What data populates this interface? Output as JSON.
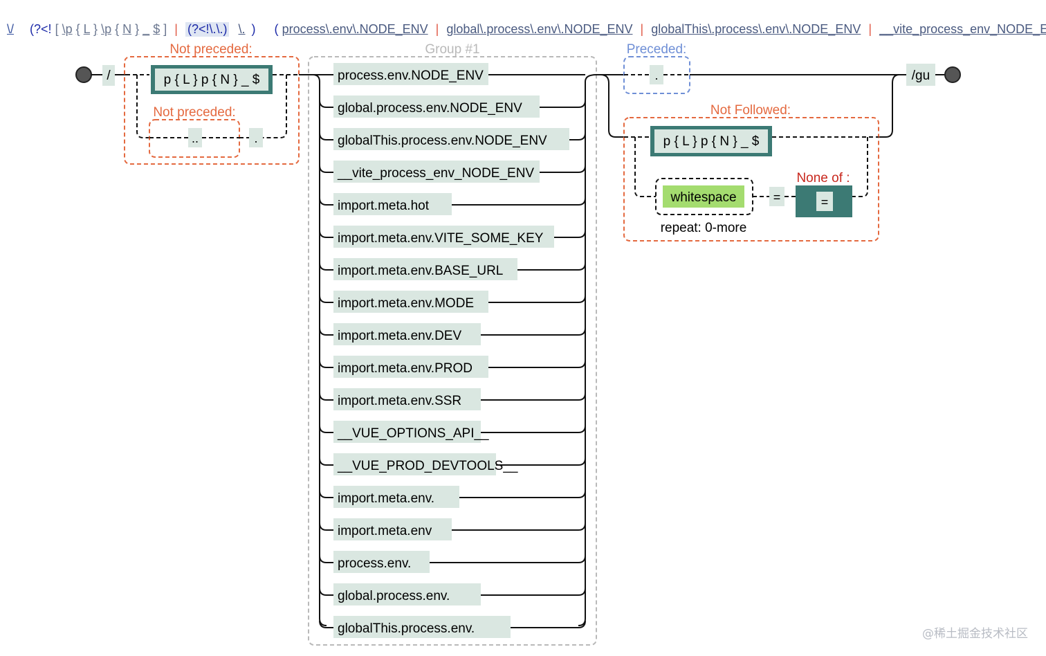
{
  "source": {
    "slash": "\\/",
    "lookbehind1_open": "(?<!",
    "set_open": "[",
    "set_items": [
      "\\p",
      "{",
      "L",
      "}",
      "\\p",
      "{",
      "N",
      "}",
      "_",
      "$"
    ],
    "set_close": "]",
    "pipe1": "|",
    "lookbehind2": "(?<!\\.\\.)",
    "escaped_dot": "\\.",
    "close_paren": ")",
    "group_open": "(",
    "alternatives": [
      "process\\.env\\.NODE_ENV",
      "global\\.process\\.env\\.NODE_ENV",
      "globalThis\\.process\\.env\\.NODE_ENV",
      "__vite_process_env_NODE_ENV"
    ],
    "alt_separator": "|"
  },
  "diagram": {
    "start_literal": "/",
    "end_literal": "/gu",
    "not_preceded_label": "Not preceded:",
    "char_class": "p { L } p { N } _ $",
    "inner_not_preceded_label": "Not preceded:",
    "double_dot": "..",
    "single_dot": ".",
    "group_label": "Group #1",
    "group_items": [
      "process.env.NODE_ENV",
      "global.process.env.NODE_ENV",
      "globalThis.process.env.NODE_ENV",
      "__vite_process_env_NODE_ENV",
      "import.meta.hot",
      "import.meta.env.VITE_SOME_KEY",
      "import.meta.env.BASE_URL",
      "import.meta.env.MODE",
      "import.meta.env.DEV",
      "import.meta.env.PROD",
      "import.meta.env.SSR",
      "__VUE_OPTIONS_API__",
      "__VUE_PROD_DEVTOOLS__",
      "import.meta.env.",
      "import.meta.env",
      "process.env.",
      "global.process.env.",
      "globalThis.process.env."
    ],
    "preceded_label": "Preceded:",
    "preceded_dot": ".",
    "not_followed_label": "Not Followed:",
    "char_class_2": "p { L } p { N } _ $",
    "whitespace": "whitespace",
    "repeat_label": "repeat: 0-more",
    "equals_literal": "=",
    "none_of_label": "None of :",
    "none_of_item": "="
  },
  "watermark": "@稀土掘金技术社区",
  "colors": {
    "orange": "#e4693f",
    "blue": "#6f8fd6",
    "gray_dash": "#b9b9b9",
    "literal_bg": "#dae7e1",
    "class_border": "#3c7a74",
    "whitespace_bg": "#a4dc6f",
    "label_red": "#c8281e"
  }
}
